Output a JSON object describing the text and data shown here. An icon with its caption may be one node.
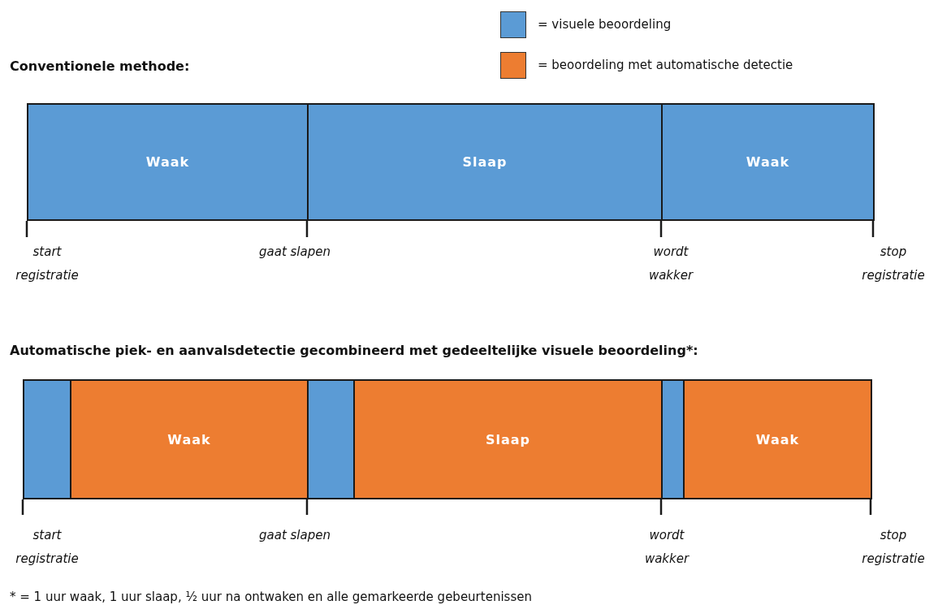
{
  "diagram": {
    "nodes": [
      {
        "text": [
          "Waak"
        ]
      },
      {
        "text": [
          "Slaap"
        ]
      },
      {
        "text": [
          "Waak"
        ]
      },
      {
        "text": [],
        "shape": "box"
      },
      {
        "text": [
          "Waak"
        ]
      },
      {
        "text": [],
        "shape": "box"
      },
      {
        "text": [
          "Slaap"
        ]
      },
      {
        "text": [],
        "shape": "box"
      },
      {
        "text": [
          "Waak"
        ]
      }
    ],
    "labels": [
      "Conventionele methode:",
      "start registratie",
      "gaat slapen",
      "wordt wakker",
      "stop registratie",
      "Automatische piek- en aanvalsdetectie gecombineerd met gedeeltelijke visuele beoordeling*:",
      "start registratie",
      "gaat slapen",
      "wordt wakker",
      "stop registratie",
      "* = 1 uur waak, 1 uur slaap, ½ uur na ontwaken en alle gemarkeerde gebeurtenissen"
    ],
    "legend": [
      {
        "text": "= visuele beoordeling",
        "color": "#5b9bd5"
      },
      {
        "text": "= beoordeling met automatische detectie",
        "color": "#ed7d31"
      }
    ]
  }
}
